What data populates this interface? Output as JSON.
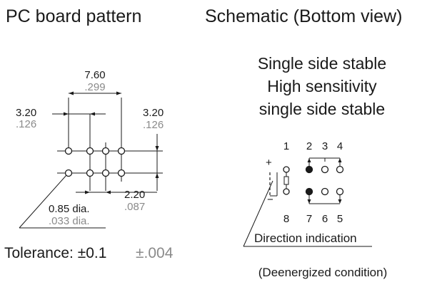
{
  "titles": {
    "pcb": "PC board pattern",
    "schematic": "Schematic (Bottom view)"
  },
  "pcb": {
    "dim_width_mm": "7.60",
    "dim_width_in": ".299",
    "dim_left_mm": "3.20",
    "dim_left_in": ".126",
    "dim_right_mm": "3.20",
    "dim_right_in": ".126",
    "dim_pitch_mm": "2.20",
    "dim_pitch_in": ".087",
    "hole_mm": "0.85 dia.",
    "hole_in": ".033 dia.",
    "tolerance_mm": "Tolerance: ±0.1",
    "tolerance_in": "±.004"
  },
  "schematic": {
    "line1": "Single side stable",
    "line2": "High sensitivity",
    "line3": "single side stable",
    "pins_top": [
      "1",
      "2",
      "3",
      "4"
    ],
    "pins_bottom": [
      "8",
      "7",
      "6",
      "5"
    ],
    "plus": "+",
    "minus": "−",
    "direction": "Direction indication",
    "condition": "(Deenergized condition)"
  }
}
